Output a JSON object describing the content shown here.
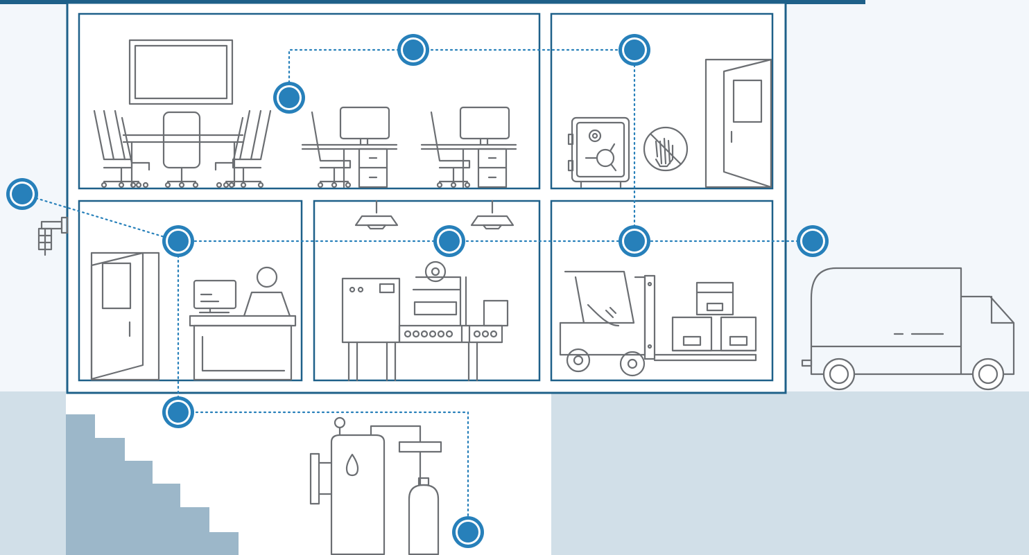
{
  "colors": {
    "background": "#f3f7fb",
    "ground": "#d1dfe8",
    "stairs": "#9cb7c9",
    "building_outline": "#1e6089",
    "line_art": "#6b6e72",
    "hotspot_fill": "#2780ba",
    "hotspot_ring": "#ffffff",
    "connector": "#2780ba"
  },
  "rooms": [
    {
      "id": "conference-office",
      "icon": "conference-and-desks-icon"
    },
    {
      "id": "vault-room",
      "icon": "safe-no-touch-door-icon"
    },
    {
      "id": "reception",
      "icon": "door-and-reception-desk-icon"
    },
    {
      "id": "production",
      "icon": "conveyor-machine-icon"
    },
    {
      "id": "warehouse",
      "icon": "forklift-boxes-icon"
    },
    {
      "id": "basement",
      "icon": "boiler-gas-tank-icon"
    }
  ],
  "hotspots": [
    {
      "id": "hotspot-1",
      "room": "conference-office"
    },
    {
      "id": "hotspot-2",
      "room": "conference-office"
    },
    {
      "id": "hotspot-3",
      "room": "vault-room"
    },
    {
      "id": "hotspot-4",
      "room": "exterior-light"
    },
    {
      "id": "hotspot-5",
      "room": "reception"
    },
    {
      "id": "hotspot-6",
      "room": "production"
    },
    {
      "id": "hotspot-7",
      "room": "warehouse"
    },
    {
      "id": "hotspot-8",
      "room": "delivery-truck"
    },
    {
      "id": "hotspot-9",
      "room": "basement"
    },
    {
      "id": "hotspot-10",
      "room": "basement"
    }
  ],
  "exterior": {
    "light_icon": "wall-lamp-icon",
    "vehicle_icon": "delivery-truck-icon",
    "stairs_icon": "basement-stairs-icon"
  }
}
